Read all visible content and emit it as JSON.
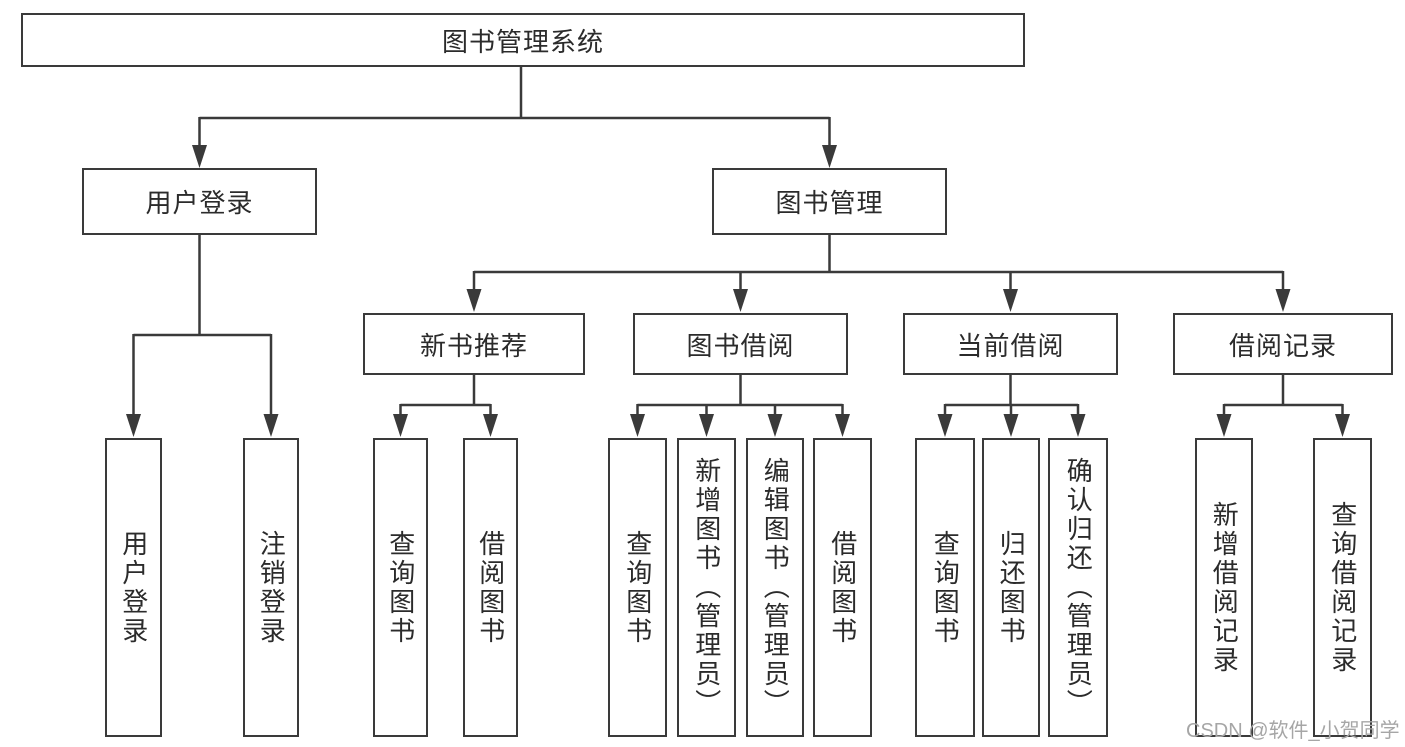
{
  "tree": {
    "label": "图书管理系统",
    "children": [
      {
        "label": "用户登录",
        "children": [
          {
            "label": "用户登录"
          },
          {
            "label": "注销登录"
          }
        ]
      },
      {
        "label": "图书管理",
        "children": [
          {
            "label": "新书推荐",
            "children": [
              {
                "label": "查询图书"
              },
              {
                "label": "借阅图书"
              }
            ]
          },
          {
            "label": "图书借阅",
            "children": [
              {
                "label": "查询图书"
              },
              {
                "label": "新增图书（管理员）"
              },
              {
                "label": "编辑图书（管理员）"
              },
              {
                "label": "借阅图书"
              }
            ]
          },
          {
            "label": "当前借阅",
            "children": [
              {
                "label": "查询图书"
              },
              {
                "label": "归还图书"
              },
              {
                "label": "确认归还（管理员）"
              }
            ]
          },
          {
            "label": "借阅记录",
            "children": [
              {
                "label": "新增借阅记录"
              },
              {
                "label": "查询借阅记录"
              }
            ]
          }
        ]
      }
    ]
  },
  "watermark": {
    "text": "CSDN @软件_小贺同学"
  },
  "colors": {
    "line": "#3a3a3a",
    "text": "#2b2b2b",
    "watermark": "#a6a6a6",
    "box_background": "#ffffff",
    "page_background": "#ffffff"
  }
}
